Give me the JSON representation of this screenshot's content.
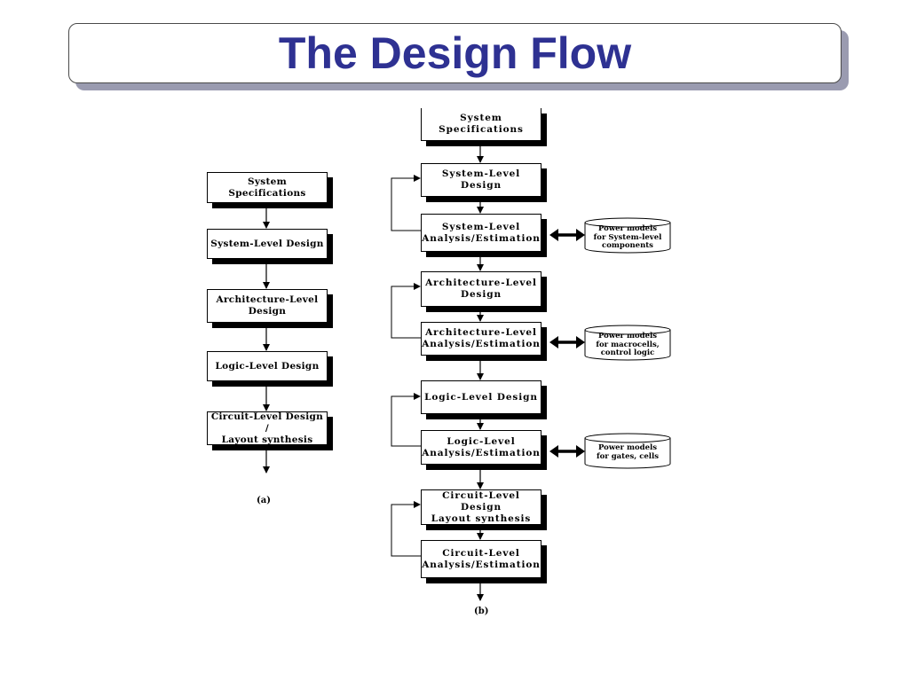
{
  "title": "The Design Flow",
  "flow_a": {
    "boxes": [
      "System\nSpecifications",
      "System-Level Design",
      "Architecture-Level\nDesign",
      "Logic-Level Design",
      "Circuit-Level Design /\nLayout synthesis"
    ],
    "caption": "(a)"
  },
  "flow_b": {
    "boxes": [
      "System\nSpecifications",
      "System-Level Design",
      "System-Level\nAnalysis/Estimation",
      "Architecture-Level\nDesign",
      "Architecture-Level\nAnalysis/Estimation",
      "Logic-Level Design",
      "Logic-Level\nAnalysis/Estimation",
      "Circuit-Level Design\nLayout synthesis",
      "Circuit-Level\nAnalysis/Estimation"
    ],
    "power_models": [
      "Power models\nfor System-level\ncomponents",
      "Power models\nfor macrocells,\ncontrol logic",
      "Power models\nfor gates, cells"
    ],
    "caption": "(b)"
  }
}
